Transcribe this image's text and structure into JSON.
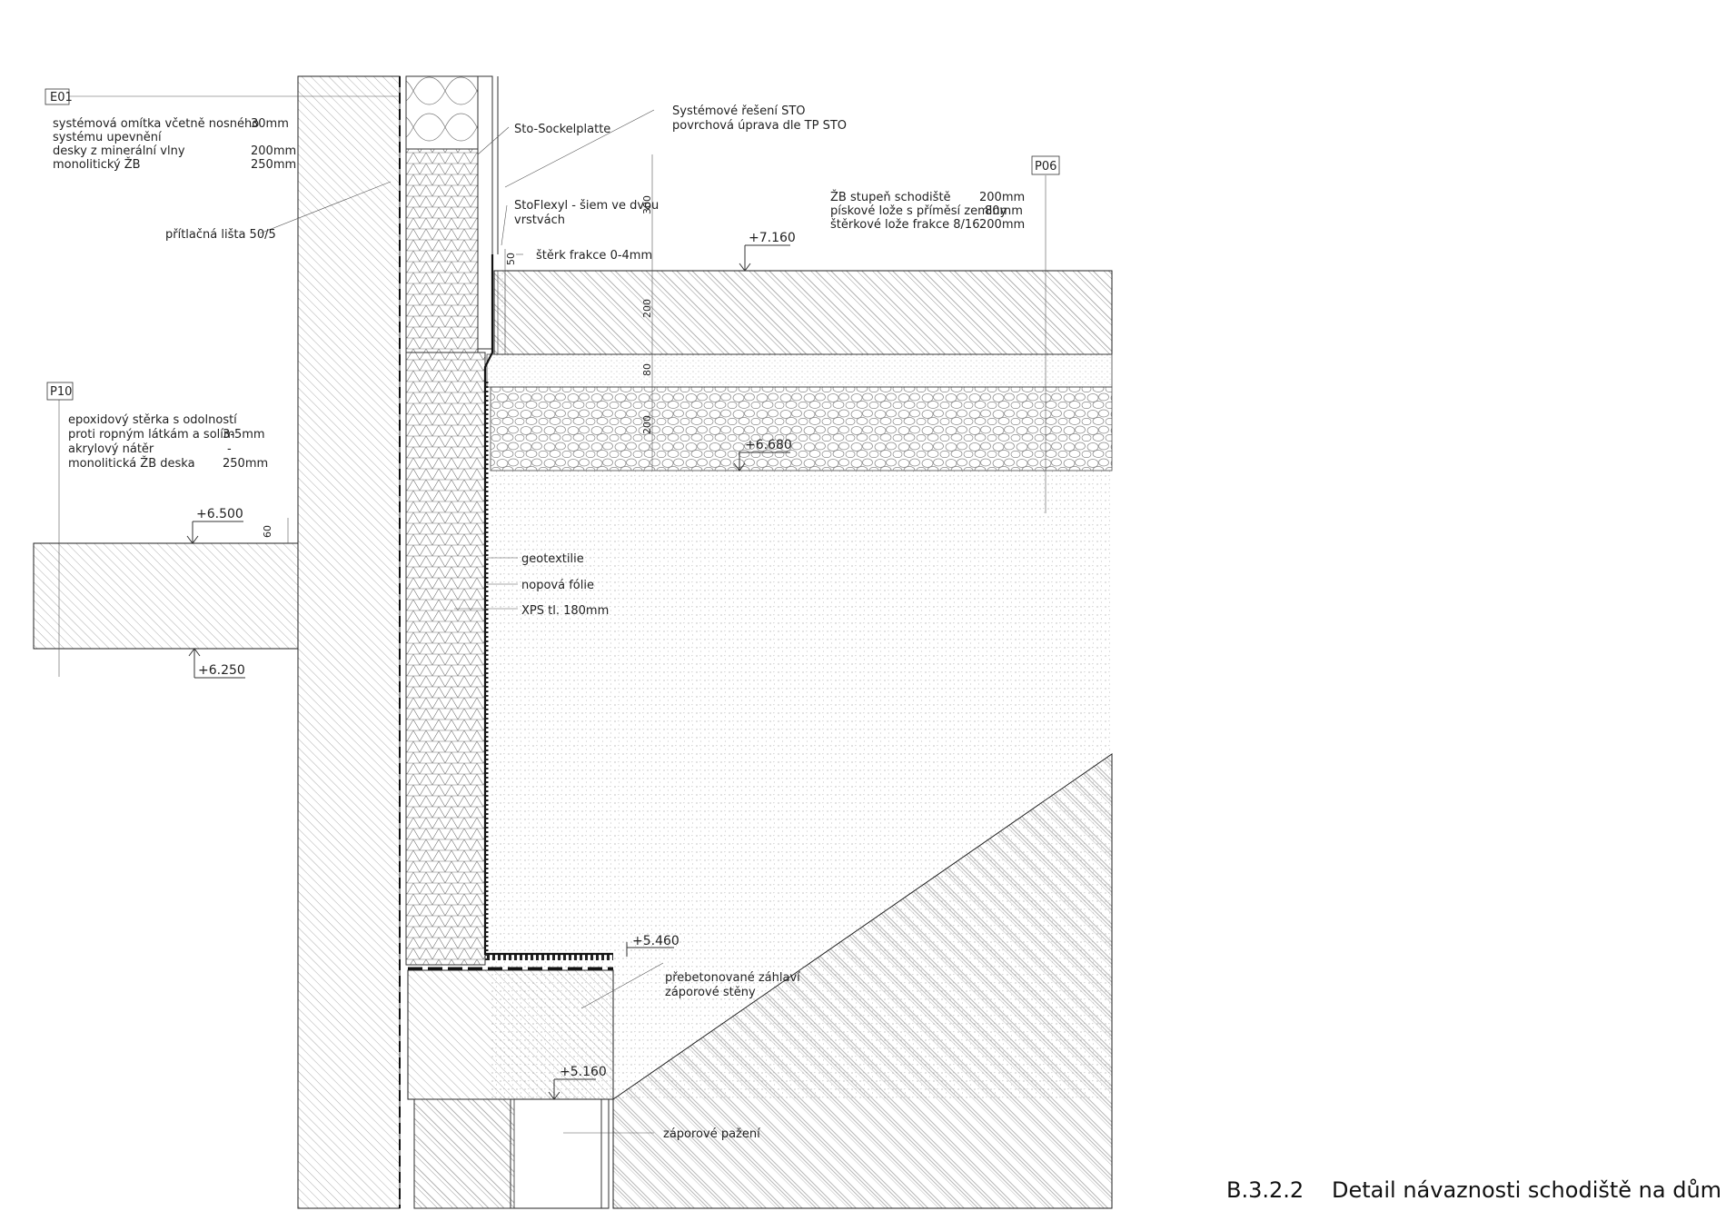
{
  "title": {
    "code": "B.3.2.2",
    "text": "Detail návaznosti schodiště na dům"
  },
  "tags": {
    "e01": "E01",
    "p10": "P10",
    "p06": "P06"
  },
  "e01_layers": [
    {
      "name": "systémová omítka včetně nosného",
      "thickness": "30mm"
    },
    {
      "name": "systému upevnění",
      "thickness": ""
    },
    {
      "name": "desky z minerální vlny",
      "thickness": "200mm"
    },
    {
      "name": "monolitický ŽB",
      "thickness": "250mm"
    }
  ],
  "p10_layers": [
    {
      "name": "epoxidový stěrka s odolností",
      "thickness": ""
    },
    {
      "name": "proti ropným látkám a solím",
      "thickness": "3-5mm"
    },
    {
      "name": "akrylový nátěr",
      "thickness": "-"
    },
    {
      "name": "monolitická ŽB deska",
      "thickness": "250mm"
    }
  ],
  "p06_layers": [
    {
      "name": "ŽB stupeň schodiště",
      "thickness": "200mm"
    },
    {
      "name": "pískové lože s příměsí zeminy",
      "thickness": "80mm"
    },
    {
      "name": "štěrkové lože frakce 8/16",
      "thickness": "200mm"
    }
  ],
  "labels": {
    "pritlacna_lista": "přítlačná lišta 50/5",
    "sto_sockelplatte": "Sto-Sockelplatte",
    "system_sto_1": "Systémové řešení STO",
    "system_sto_2": "povrchová úprava dle TP STO",
    "stoflexyl_1": "StoFlexyl - šiem ve dvou",
    "stoflexyl_2": "vrstvách",
    "sterk": "štěrk frakce 0-4mm",
    "geotextilie": "geotextilie",
    "nopova_folie": "nopová fólie",
    "xps": "XPS tl. 180mm",
    "prebetonovane_1": "přebetonované záhlaví",
    "prebetonovane_2": "záporové stěny",
    "zaporove_pazeni": "záporové pažení"
  },
  "levels": {
    "l7160": "+7.160",
    "l6680": "+6.680",
    "l6500": "+6.500",
    "l6250": "+6.250",
    "l5460": "+5.460",
    "l5160": "+5.160"
  },
  "dims": {
    "d300": "300",
    "d200a": "200",
    "d80": "80",
    "d200b": "200",
    "d50": "50",
    "d60": "60"
  }
}
